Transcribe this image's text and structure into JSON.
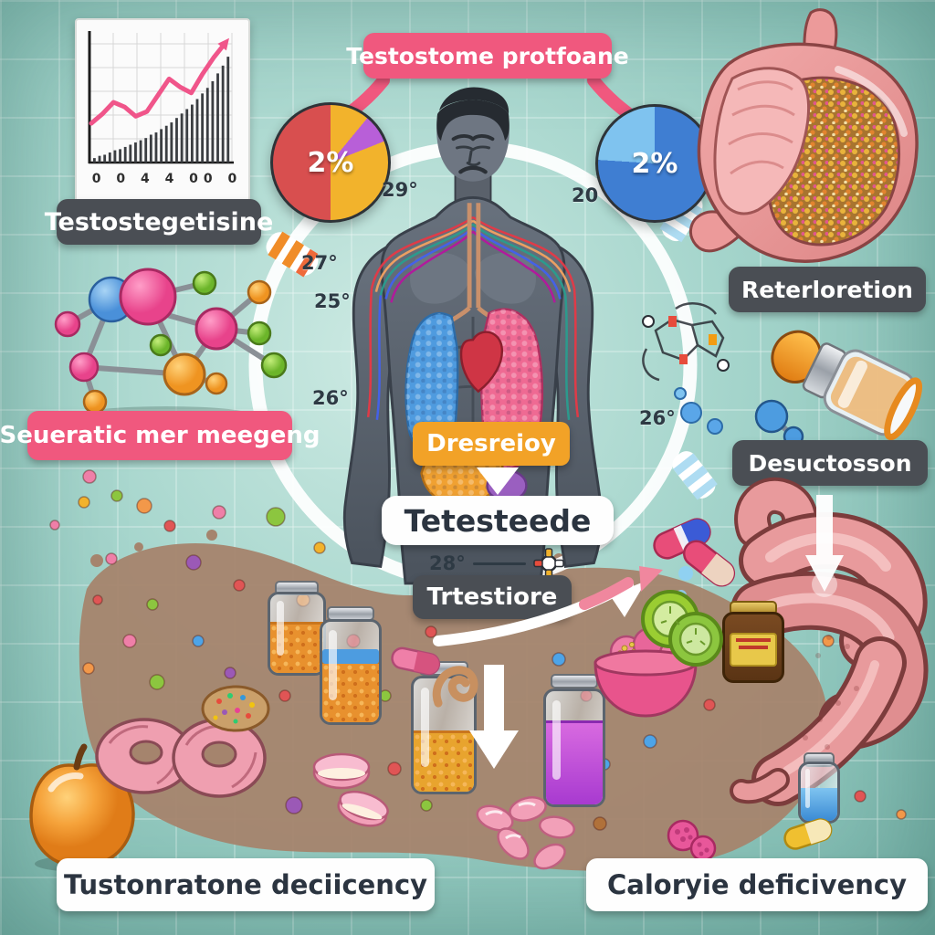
{
  "title_banner": {
    "label": "Testostome protfoane"
  },
  "chart_card": {
    "caption": "Testostegetisine",
    "x_ticks": "0 0 4 4 00 0"
  },
  "chart_data": [
    {
      "type": "bar",
      "title": "Rising trend mini-chart (top-left card)",
      "categories": [
        "0",
        "0",
        "4",
        "4",
        "00",
        "0"
      ],
      "values": [
        4,
        6,
        7,
        9,
        11,
        12,
        14,
        16,
        18,
        20,
        22,
        25,
        27,
        30,
        33,
        36,
        40,
        44,
        48,
        52,
        57,
        62,
        67,
        73,
        80,
        87,
        95
      ],
      "bar_color": "#3b3e42",
      "grid": true,
      "ylim": [
        0,
        100
      ],
      "line_overlay": {
        "color": "#f0558a",
        "values": [
          32,
          40,
          50,
          46,
          38,
          42,
          56,
          70,
          63,
          58,
          74,
          88,
          100
        ]
      }
    },
    {
      "type": "pie",
      "center_label": "2%",
      "slices": [
        {
          "label": "red",
          "value": 50,
          "color": "#d84f4f"
        },
        {
          "label": "yellow",
          "value": 39,
          "color": "#f2b32c"
        },
        {
          "label": "purple",
          "value": 11,
          "color": "#b85fd8"
        }
      ],
      "render_segments": [
        {
          "color": "#f2b32c",
          "from": 0,
          "to": 11
        },
        {
          "color": "#b85fd8",
          "from": 11,
          "to": 19
        },
        {
          "color": "#f2b32c",
          "from": 19,
          "to": 50
        },
        {
          "color": "#d84f4f",
          "from": 50,
          "to": 100
        }
      ]
    },
    {
      "type": "pie",
      "center_label": "2%",
      "slices": [
        {
          "label": "dark blue",
          "value": 76,
          "color": "#3f7ed2"
        },
        {
          "label": "light blue",
          "value": 24,
          "color": "#7fc3ef"
        }
      ],
      "render_segments": [
        {
          "color": "#3f7ed2",
          "from": 0,
          "to": 76
        },
        {
          "color": "#7fc3ef",
          "from": 76,
          "to": 100
        }
      ]
    }
  ],
  "ring_values": {
    "v29": "29°",
    "v27": "27°",
    "v25": "25°",
    "v26a": "26°",
    "v20": "20",
    "v26b": "26°",
    "v28": "28°"
  },
  "labels": {
    "molecule": "Seueratic mer meegeng",
    "stomach": "Reterloretion",
    "dropper": "Desuctosson",
    "hormone": "Dresreioy",
    "center_main": "Tetesteede",
    "center_sub": "Trtestiore"
  },
  "footer": {
    "left": "Tustonratone deciicency",
    "right": "Caloryie deficivency"
  },
  "colors": {
    "background_teal": "#9bcfc7",
    "banner_pink": "#f0587e",
    "label_dark": "#4a4e54",
    "label_orange": "#f2a227",
    "ring_white": "#ffffff",
    "blob_brown": "#a5846d"
  }
}
